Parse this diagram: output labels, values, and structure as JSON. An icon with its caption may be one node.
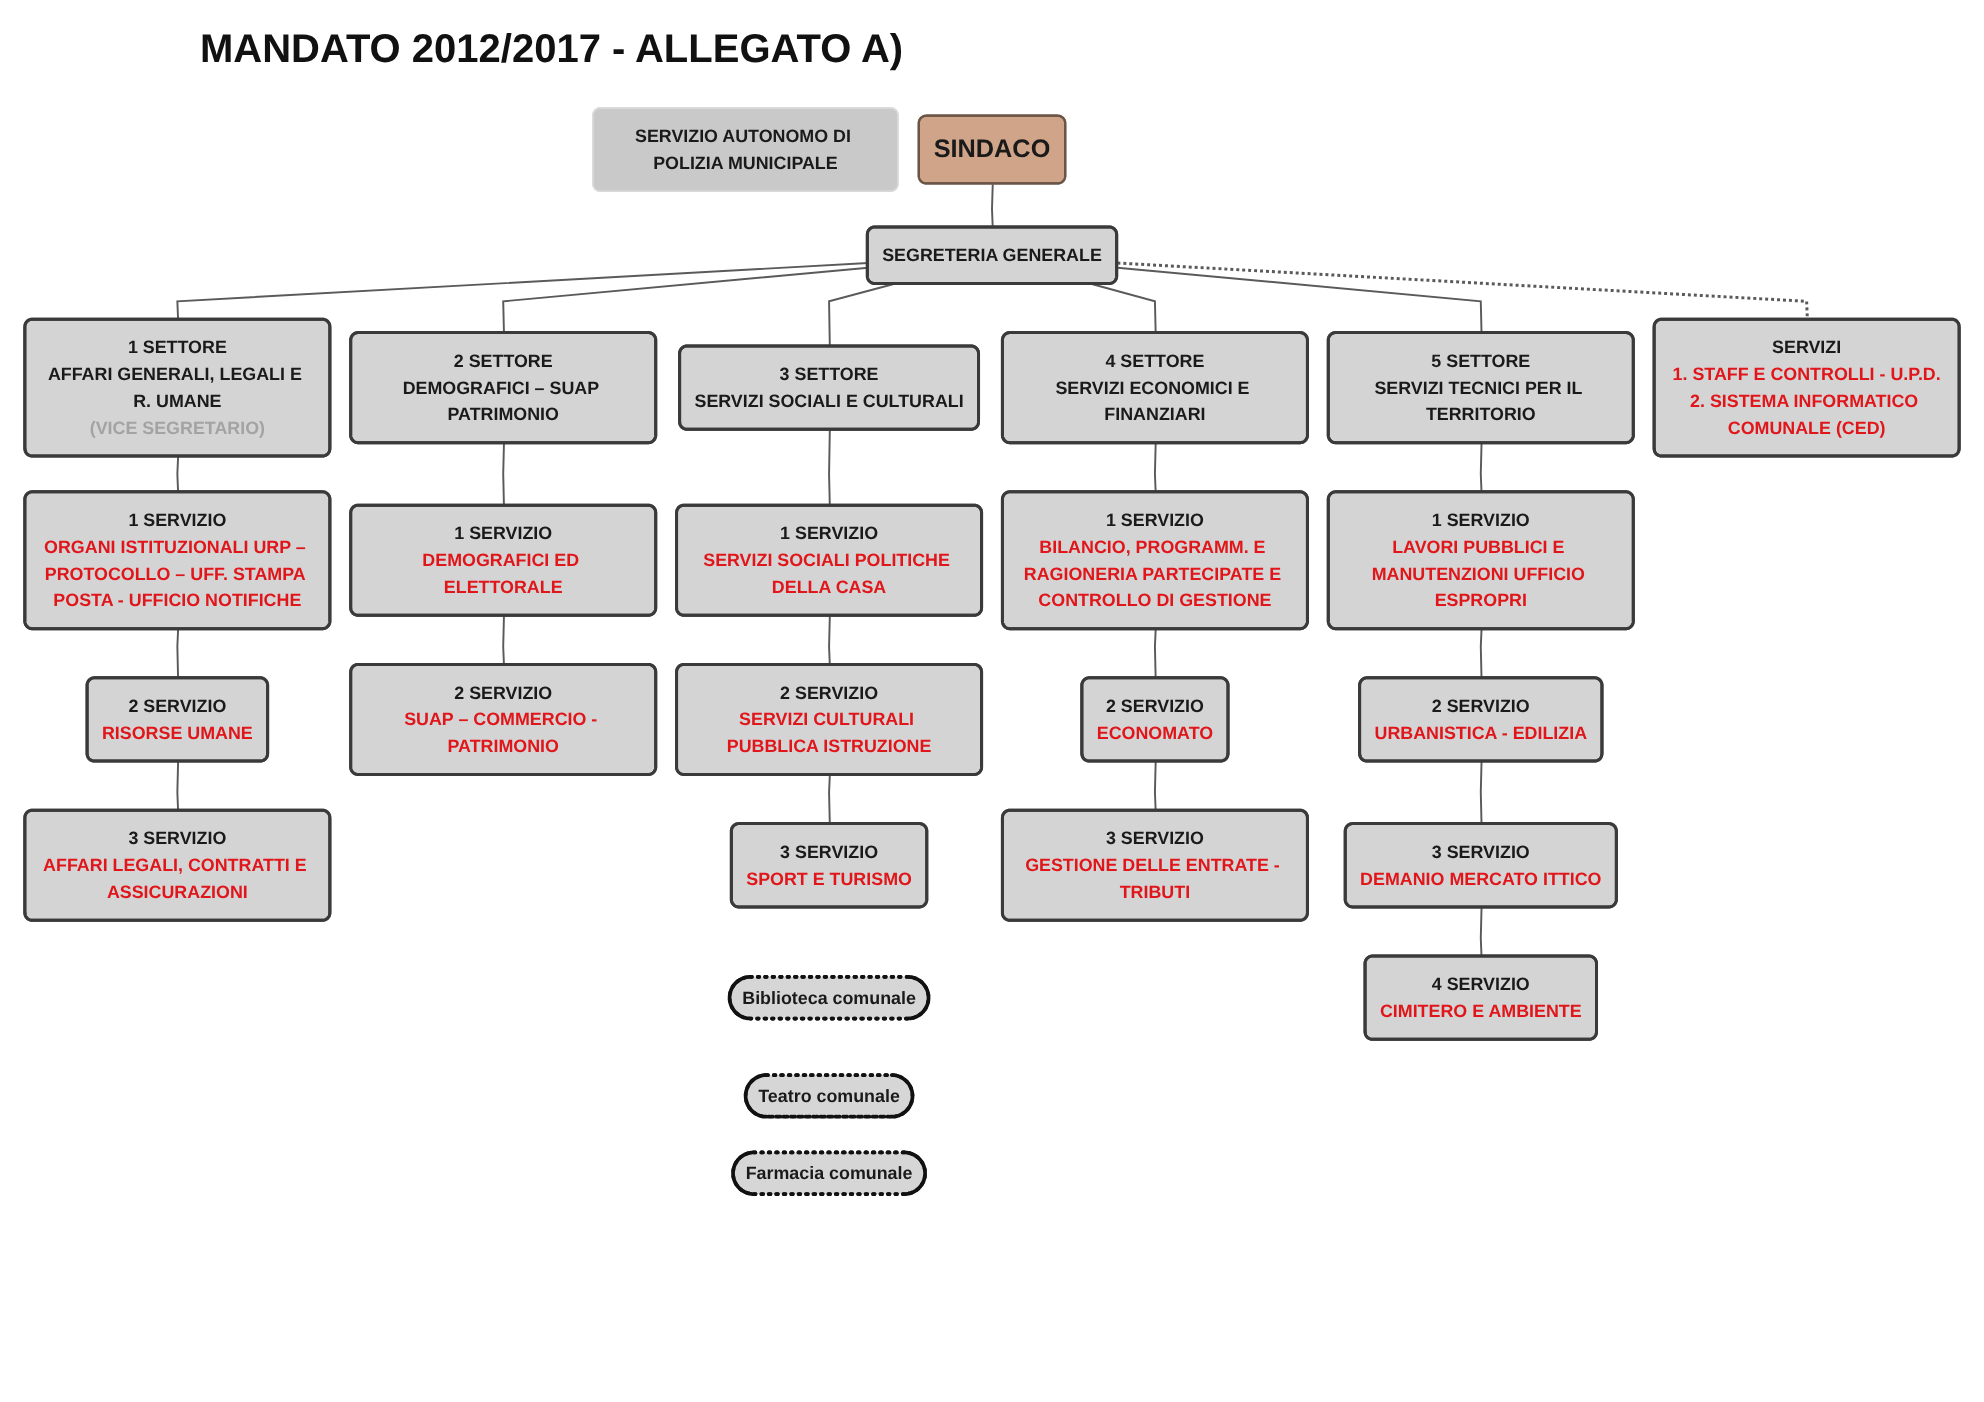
{
  "diagram": {
    "title": "MANDATO 2012/2017 - ALLEGATO A)",
    "nodes": [
      {
        "text": [
          "SERVIZIO AUTONOMO DI POLIZIA MUNICIPALE"
        ]
      },
      {
        "text": [
          "SINDACO"
        ]
      },
      {
        "text": [
          "SEGRETERIA GENERALE"
        ]
      },
      {
        "text": [
          "SERVIZI",
          "1. STAFF E CONTROLLI - U.P.D.",
          "2. SISTEMA INFORMATICO COMUNALE (CED)"
        ]
      },
      {
        "text": [
          "1 SETTORE",
          "AFFARI GENERALI, LEGALI E R. UMANE",
          "(VICE SEGRETARIO)"
        ]
      },
      {
        "text": [
          "2 SETTORE",
          "DEMOGRAFICI – SUAP PATRIMONIO"
        ]
      },
      {
        "text": [
          "3 SETTORE",
          "SERVIZI SOCIALI E CULTURALI"
        ]
      },
      {
        "text": [
          "4 SETTORE",
          "SERVIZI ECONOMICI E FINANZIARI"
        ]
      },
      {
        "text": [
          "5 SETTORE",
          "SERVIZI TECNICI PER IL TERRITORIO"
        ]
      },
      {
        "text": [
          "1 SERVIZIO",
          "ORGANI ISTITUZIONALI URP – PROTOCOLLO – UFF. STAMPA POSTA - UFFICIO NOTIFICHE"
        ]
      },
      {
        "text": [
          "2 SERVIZIO",
          "RISORSE UMANE"
        ]
      },
      {
        "text": [
          "3 SERVIZIO",
          "AFFARI LEGALI, CONTRATTI E ASSICURAZIONI"
        ]
      },
      {
        "text": [
          "1 SERVIZIO",
          "DEMOGRAFICI ED ELETTORALE"
        ]
      },
      {
        "text": [
          "2 SERVIZIO",
          "SUAP – COMMERCIO - PATRIMONIO"
        ]
      },
      {
        "text": [
          "1 SERVIZIO",
          "SERVIZI SOCIALI POLITICHE DELLA CASA"
        ]
      },
      {
        "text": [
          "2 SERVIZIO",
          "SERVIZI CULTURALI PUBBLICA ISTRUZIONE"
        ]
      },
      {
        "text": [
          "3 SERVIZIO",
          "SPORT E TURISMO"
        ]
      },
      {
        "text": [
          "Biblioteca comunale"
        ]
      },
      {
        "text": [
          "Teatro comunale"
        ]
      },
      {
        "text": [
          "Farmacia comunale"
        ]
      },
      {
        "text": [
          "1 SERVIZIO",
          "BILANCIO, PROGRAMM. E RAGIONERIA PARTECIPATE E CONTROLLO DI GESTIONE"
        ]
      },
      {
        "text": [
          "2 SERVIZIO",
          "ECONOMATO"
        ]
      },
      {
        "text": [
          "3 SERVIZIO",
          "GESTIONE DELLE ENTRATE - TRIBUTI"
        ]
      },
      {
        "text": [
          "1 SERVIZIO",
          "LAVORI PUBBLICI E MANUTENZIONI UFFICIO ESPROPRI"
        ]
      },
      {
        "text": [
          "2 SERVIZIO",
          "URBANISTICA - EDILIZIA"
        ]
      },
      {
        "text": [
          "3 SERVIZIO",
          "DEMANIO MERCATO ITTICO"
        ]
      },
      {
        "text": [
          "4 SERVIZIO",
          "CIMITERO E AMBIENTE"
        ]
      }
    ],
    "edges": [
      {
        "from": 1,
        "to": 2,
        "arrow": "none"
      },
      {
        "from": 2,
        "to": 4,
        "arrow": "none"
      },
      {
        "from": 2,
        "to": 5,
        "arrow": "none"
      },
      {
        "from": 2,
        "to": 6,
        "arrow": "none"
      },
      {
        "from": 2,
        "to": 7,
        "arrow": "none"
      },
      {
        "from": 2,
        "to": 8,
        "arrow": "none"
      },
      {
        "from": 2,
        "to": 3,
        "arrow": "none",
        "style": "dashed"
      },
      {
        "from": 4,
        "to": 9,
        "arrow": "none"
      },
      {
        "from": 9,
        "to": 10,
        "arrow": "none"
      },
      {
        "from": 10,
        "to": 11,
        "arrow": "none"
      },
      {
        "from": 5,
        "to": 12,
        "arrow": "none"
      },
      {
        "from": 12,
        "to": 13,
        "arrow": "none"
      },
      {
        "from": 6,
        "to": 14,
        "arrow": "none"
      },
      {
        "from": 14,
        "to": 15,
        "arrow": "none"
      },
      {
        "from": 15,
        "to": 16,
        "arrow": "none"
      },
      {
        "from": 7,
        "to": 20,
        "arrow": "none"
      },
      {
        "from": 20,
        "to": 21,
        "arrow": "none"
      },
      {
        "from": 21,
        "to": 22,
        "arrow": "none"
      },
      {
        "from": 8,
        "to": 23,
        "arrow": "none"
      },
      {
        "from": 23,
        "to": 24,
        "arrow": "none"
      },
      {
        "from": 24,
        "to": 25,
        "arrow": "none"
      },
      {
        "from": 25,
        "to": 26,
        "arrow": "none"
      }
    ]
  }
}
